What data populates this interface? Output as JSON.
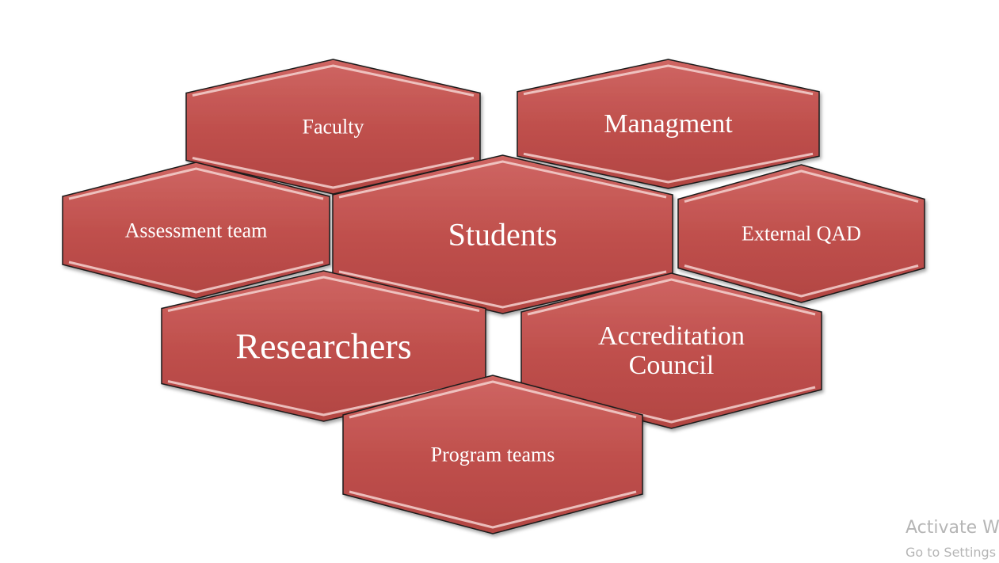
{
  "diagram": {
    "fill_color": "#c0504d",
    "outline_color": "#1a1a1a",
    "highlight_color": "#f5d2d0",
    "nodes": [
      {
        "id": "faculty",
        "label": "Faculty"
      },
      {
        "id": "managment",
        "label": "Managment"
      },
      {
        "id": "assessment-team",
        "label": "Assessment team"
      },
      {
        "id": "students",
        "label": "Students"
      },
      {
        "id": "external-qad",
        "label": "External QAD"
      },
      {
        "id": "researchers",
        "label": "Researchers"
      },
      {
        "id": "accreditation-council",
        "label": "Accreditation Council",
        "lines": [
          "Accreditation",
          "Council"
        ]
      },
      {
        "id": "program-teams",
        "label": "Program teams"
      }
    ]
  },
  "watermark": {
    "title": "Activate W",
    "subtitle": "Go to Settings"
  }
}
